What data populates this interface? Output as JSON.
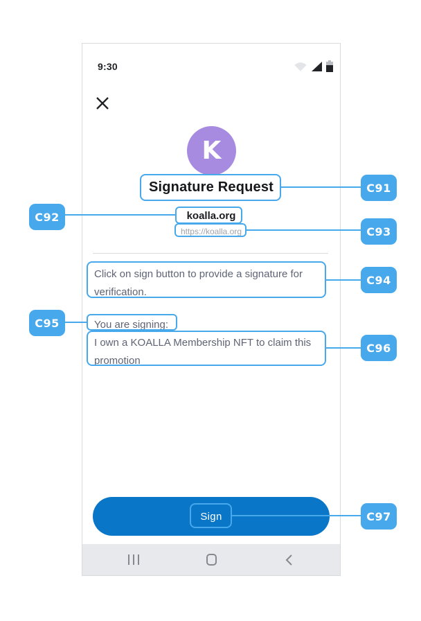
{
  "phone": {
    "status": {
      "time": "9:30"
    },
    "header": {
      "avatar_letter": "K",
      "title": "Signature Request",
      "site_name": "koalla.org",
      "site_url": "https://koalla.org"
    },
    "body": {
      "instruction": "Click on sign button to provide a signature for verification.",
      "signing_label": "You are signing:",
      "signing_message": "I own a KOALLA Membership NFT to claim this promotion"
    },
    "footer": {
      "sign_label": "Sign"
    }
  },
  "annotations": [
    {
      "label": "C91",
      "target": "signature-request-title"
    },
    {
      "label": "C92",
      "target": "site-name"
    },
    {
      "label": "C93",
      "target": "site-url"
    },
    {
      "label": "C94",
      "target": "instruction-text"
    },
    {
      "label": "C95",
      "target": "signing-label"
    },
    {
      "label": "C96",
      "target": "signing-message"
    },
    {
      "label": "C97",
      "target": "sign-button"
    }
  ],
  "colors": {
    "annotation_accent": "#47a8ec",
    "sign_button": "#0a76c8",
    "avatar": "#a78be0",
    "body_text": "#5f6475",
    "nav_bar_bg": "#e7e9ec"
  }
}
